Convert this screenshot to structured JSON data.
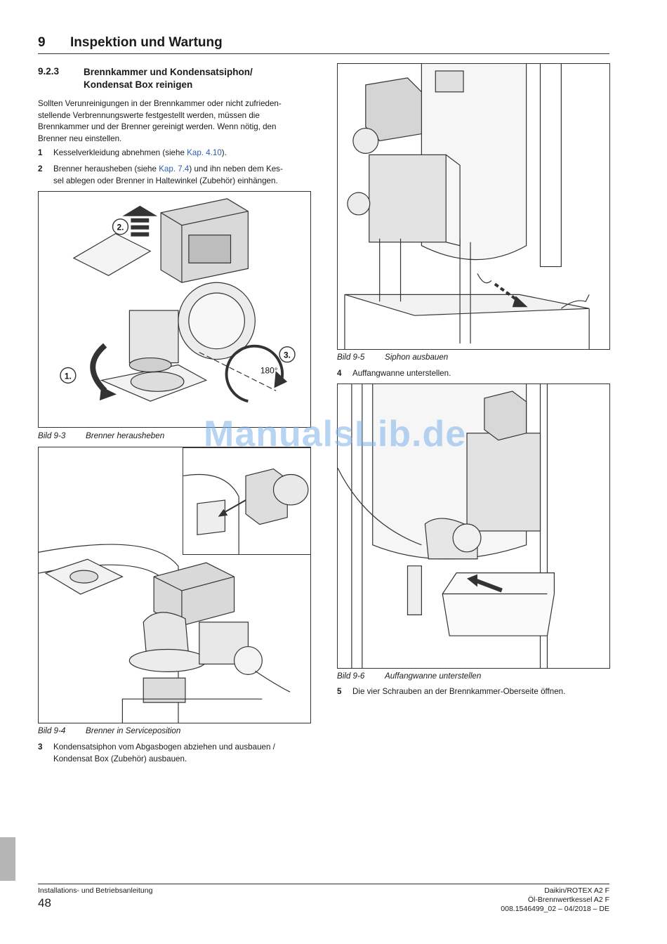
{
  "header": {
    "chapter_number": "9",
    "chapter_title": "Inspektion und Wartung"
  },
  "section": {
    "number": "9.2.3",
    "title_line1": "Brennkammer und Kondensatsiphon/",
    "title_line2": "Kondensat Box reinigen"
  },
  "intro_lines": [
    "Sollten Verunreinigungen in der Brennkammer oder nicht zufrieden-",
    "stellende Verbrennungswerte festgestellt werden, müssen die",
    "Brennkammer und der Brenner gereinigt werden. Wenn nötig, den",
    "Brenner neu einstellen."
  ],
  "steps": {
    "s1": {
      "num": "1",
      "pre": "Kesselverkleidung abnehmen (siehe ",
      "link": "Kap. 4.10",
      "post": ")."
    },
    "s2": {
      "num": "2",
      "pre": "Brenner herausheben (siehe ",
      "link": "Kap. 7.4",
      "post": ") und ihn neben dem Kes-",
      "line2": "sel ablegen oder Brenner in Haltewinkel (Zubehör) einhängen."
    },
    "s3": {
      "num": "3",
      "line1": "Kondensatsiphon vom Abgasbogen abziehen und ausbauen /",
      "line2": "Kondensat Box (Zubehör) ausbauen."
    },
    "s4": {
      "num": "4",
      "text": "Auffangwanne unterstellen."
    },
    "s5": {
      "num": "5",
      "text": "Die vier Schrauben an der Brennkammer-Oberseite öffnen."
    }
  },
  "figures": {
    "f3": {
      "label": "Bild 9-3",
      "caption": "Brenner herausheben",
      "mark1": "1.",
      "mark2": "2.",
      "mark3": "3.",
      "angle": "180°"
    },
    "f4": {
      "label": "Bild 9-4",
      "caption": "Brenner in Serviceposition"
    },
    "f5": {
      "label": "Bild 9-5",
      "caption": "Siphon ausbauen"
    },
    "f6": {
      "label": "Bild 9-6",
      "caption": "Auffangwanne unterstellen"
    }
  },
  "watermark": "ManualsLib.de",
  "footer": {
    "left": "Installations- und Betriebsanleitung",
    "page": "48",
    "right_line1": "Daikin/ROTEX A2 F",
    "right_line2": "Öl-Brennwertkessel A2 F",
    "right_line3": "008.1546499_02 – 04/2018 – DE"
  },
  "colors": {
    "link": "#2a5db0",
    "rule": "#333333",
    "tab": "#b5b5b5",
    "watermark": "#7fb2ea"
  }
}
